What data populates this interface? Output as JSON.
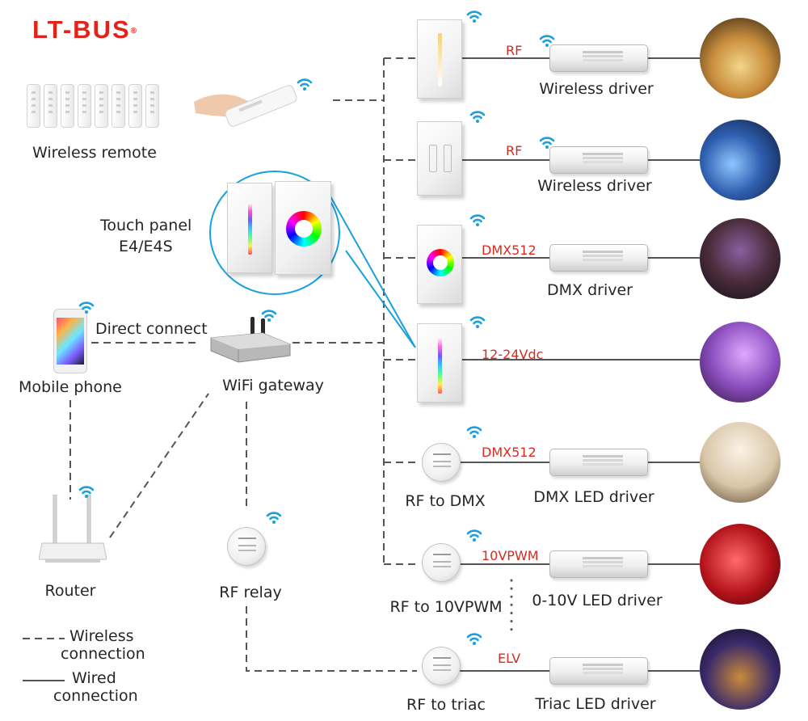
{
  "logo": {
    "text": "LT-BUS",
    "mark": "®",
    "color": "#e2231a"
  },
  "colors": {
    "line": "#555555",
    "signal": "#d62b1f",
    "wifi_icon": "#1aa0dc",
    "zoom": "#1aa0dc"
  },
  "icons": [
    "wifi-signal-icon",
    "remote-icon",
    "touch-panel-icon",
    "driver-box-icon",
    "receiver-icon",
    "smartphone-icon",
    "gateway-icon",
    "router-icon",
    "room-photo-icon"
  ],
  "left": {
    "wireless_remote": "Wireless remote",
    "touch_panel_line1": "Touch panel",
    "touch_panel_line2": "E4/E4S",
    "direct_connect": "Direct connect",
    "mobile_phone": "Mobile phone",
    "wifi_gateway": "WiFi gateway",
    "router": "Router",
    "rf_relay": "RF relay"
  },
  "legend": {
    "wireless_line1": "Wireless",
    "wireless_line2": "connection",
    "wired_line1": "Wired",
    "wired_line2": "connection"
  },
  "rows": [
    {
      "signal": "RF",
      "driver": "Wireless driver",
      "photo": "lounge-interior",
      "colors": [
        "#2a1d12",
        "#c98e3c",
        "#f2d58a"
      ]
    },
    {
      "signal": "RF",
      "driver": "Wireless driver",
      "photo": "living-room-blue",
      "colors": [
        "#0c1630",
        "#2f5fb0",
        "#8ec6ff"
      ]
    },
    {
      "signal": "DMX512",
      "driver": "DMX driver",
      "photo": "home-theater",
      "colors": [
        "#120d18",
        "#4a2c3a",
        "#8a5fa0"
      ]
    },
    {
      "signal": "12-24Vdc",
      "driver": "",
      "photo": "bedroom-purple",
      "colors": [
        "#2a1238",
        "#8d4fc0",
        "#e0a8ff"
      ]
    },
    {
      "signal": "DMX512",
      "driver": "DMX LED driver",
      "device": "RF to DMX",
      "photo": "bright-living-room",
      "colors": [
        "#5a4530",
        "#d8c6a8",
        "#fbf3e6"
      ]
    },
    {
      "signal": "10VPWM",
      "driver": "0-10V LED driver",
      "device": "RF to 10VPWM",
      "photo": "red-lobby",
      "colors": [
        "#3a0508",
        "#b3121a",
        "#ff6a6a"
      ]
    },
    {
      "signal": "ELV",
      "driver": "Triac LED driver",
      "device": "RF to triac",
      "photo": "bar-interior",
      "colors": [
        "#0d0a18",
        "#3a2a6a",
        "#c98a3a"
      ]
    }
  ]
}
